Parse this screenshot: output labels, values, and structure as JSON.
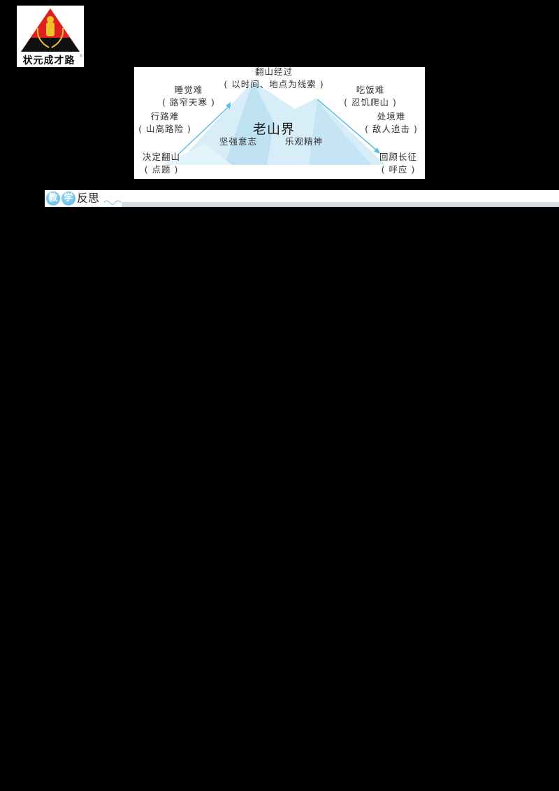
{
  "logo": {
    "text": "状元成才路",
    "registered_mark": "®",
    "colors": {
      "triangle_top": "#e02020",
      "triangle_bottom": "#111111",
      "emblem": "#f2c12e"
    }
  },
  "diagram": {
    "center_title": "老山界",
    "top": {
      "line1": "翻山经过",
      "line2": "( 以时间、地点为线索 )"
    },
    "left": [
      {
        "line1": "睡觉难",
        "line2": "( 路窄天寒 )"
      },
      {
        "line1": "行路难",
        "line2": "( 山高路险 )"
      },
      {
        "line1": "决定翻山",
        "line2": "( 点题 )"
      }
    ],
    "right": [
      {
        "line1": "吃饭难",
        "line2": "( 忍饥爬山 )"
      },
      {
        "line1": "处境难",
        "line2": "( 敌人追击 )"
      },
      {
        "line1": "回顾长征",
        "line2": "( 呼应 )"
      }
    ],
    "spirits": [
      "坚强意志",
      "乐观精神"
    ],
    "colors": {
      "arrow": "#5bbde6",
      "mountain": "#cfe9f5",
      "mountain_dark": "#a8d6ec"
    }
  },
  "section": {
    "badge1": "教",
    "badge2": "学",
    "title": "反思",
    "colors": {
      "badge": "#4fb4e6",
      "strip": "#d8dee2"
    }
  }
}
